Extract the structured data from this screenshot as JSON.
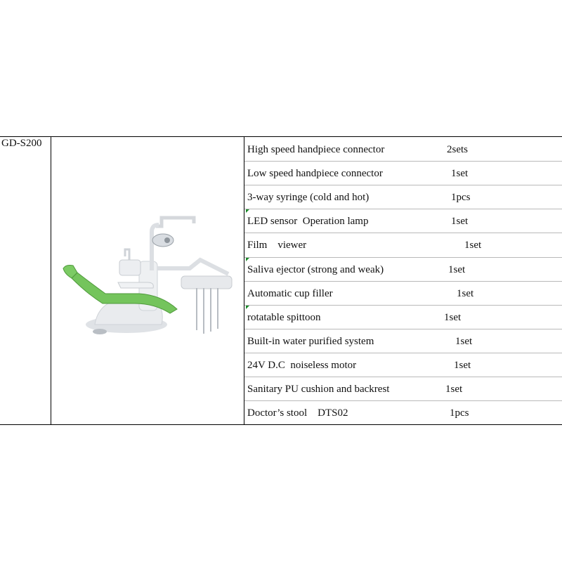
{
  "model": "GD-S200",
  "product_image": "dental-chair-unit",
  "colors": {
    "upholstery": "#74c45c",
    "frame": "#e9ebee",
    "grid": "#000000"
  },
  "items": [
    {
      "name": "High speed handpiece connector",
      "qty": "2sets"
    },
    {
      "name": "Low speed handpiece connector",
      "qty": "1set"
    },
    {
      "name": "3-way syringe (cold and hot)",
      "qty": "1pcs"
    },
    {
      "name": "LED sensor  Operation lamp",
      "qty": "1set"
    },
    {
      "name": "Film    viewer",
      "qty": "1set"
    },
    {
      "name": "Saliva ejector (strong and weak)",
      "qty": "1set"
    },
    {
      "name": "Automatic cup filler",
      "qty": "1set"
    },
    {
      "name": "rotatable spittoon",
      "qty": "1set"
    },
    {
      "name": "Built-in water purified system",
      "qty": "1set"
    },
    {
      "name": "24V D.C  noiseless motor",
      "qty": "1set"
    },
    {
      "name": "Sanitary PU cushion and backrest",
      "qty": "1set"
    },
    {
      "name": "Doctor’s stool    DTS02",
      "qty": "1pcs"
    }
  ]
}
